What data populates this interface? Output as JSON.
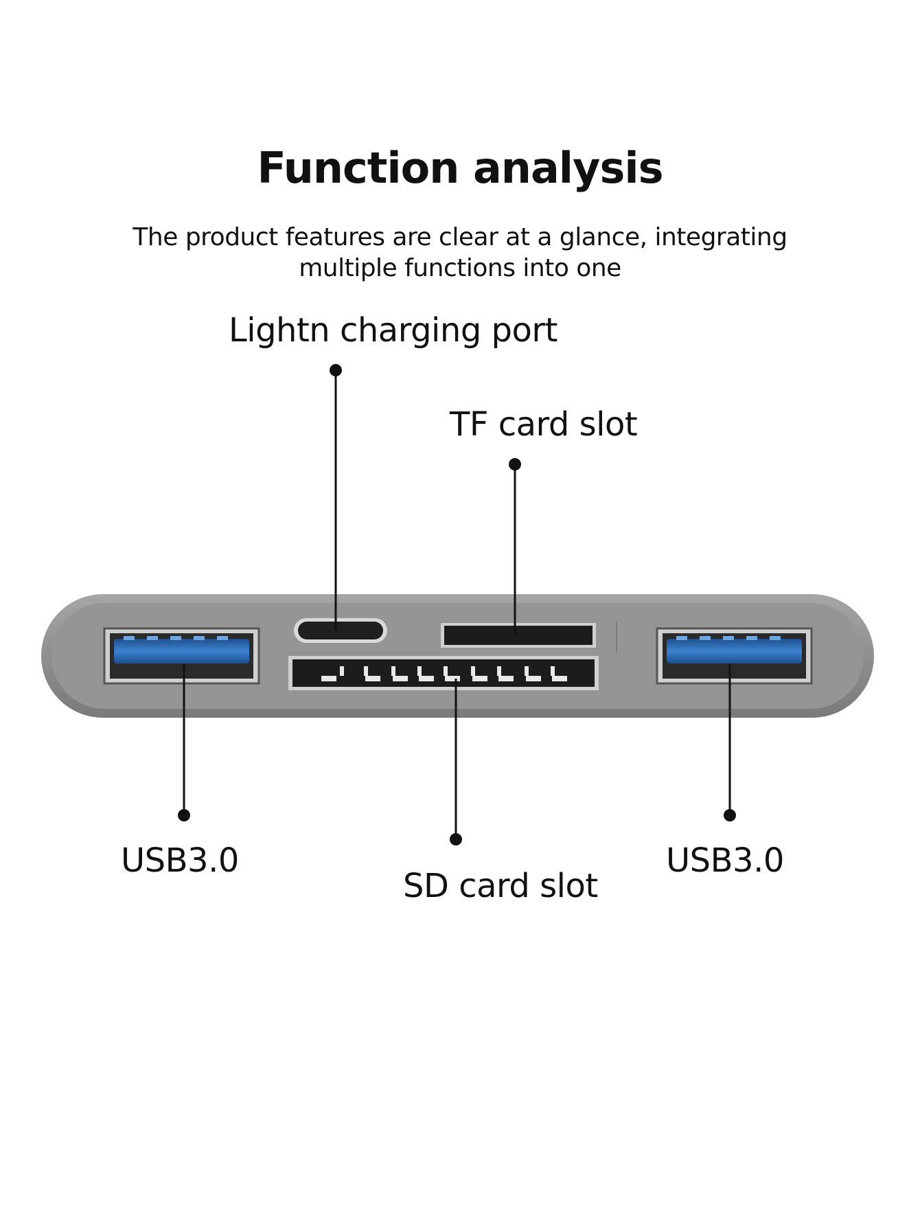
{
  "header": {
    "title": "Function analysis",
    "subtitle_line1": "The product features are clear at a glance, integrating",
    "subtitle_line2": "multiple functions into one"
  },
  "callouts": {
    "lightning_port": "Lightn charging port",
    "tf_slot": "TF card slot",
    "usb_left": "USB3.0",
    "usb_right": "USB3.0",
    "sd_slot": "SD card slot"
  },
  "colors": {
    "body_outer": "#8e8e8e",
    "body_inner": "#9c9c9c",
    "usb_blue": "#2f6fb5",
    "slot_dark": "#1a1a1a",
    "line": "#111111"
  }
}
